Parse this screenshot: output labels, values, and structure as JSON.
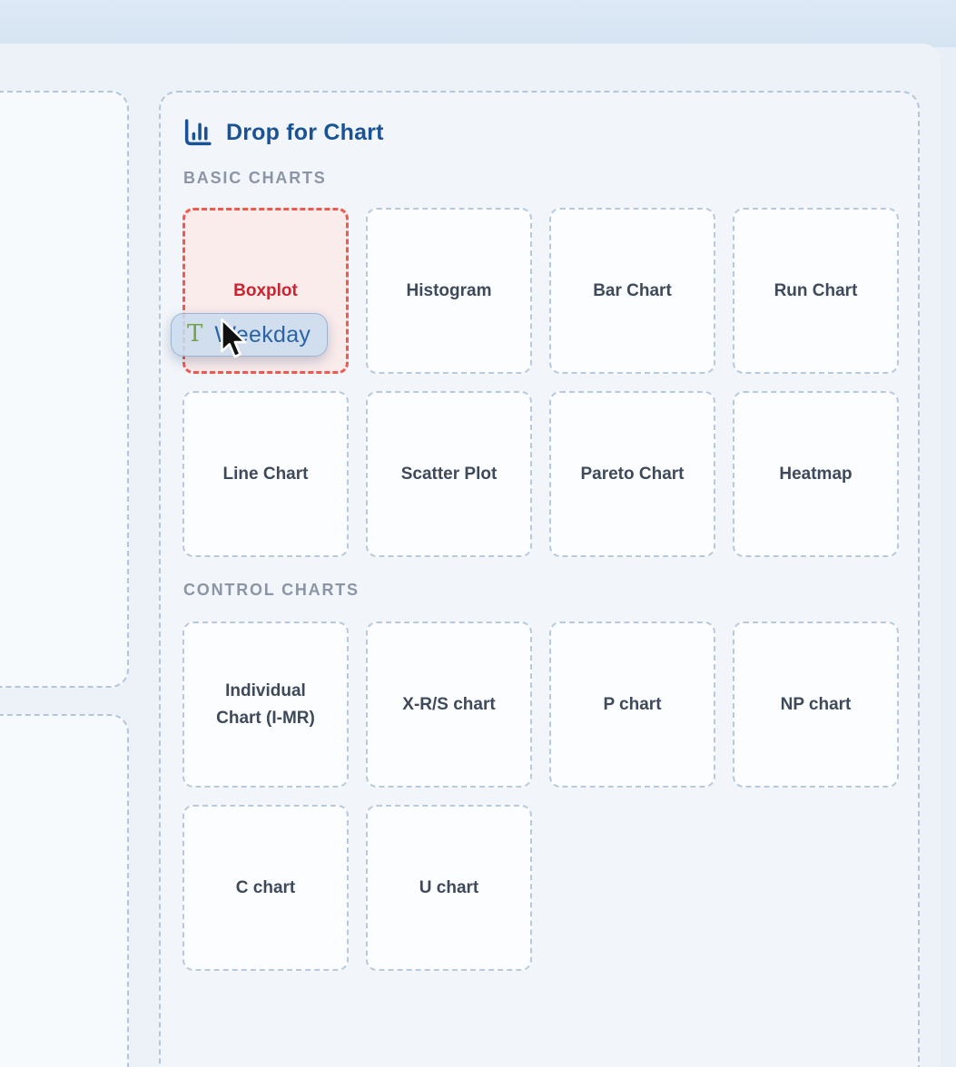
{
  "drop_panel": {
    "title": "Drop for Chart",
    "sections": [
      {
        "label": "BASIC CHARTS",
        "tiles": [
          {
            "label": "Boxplot",
            "state": "active-drop-target"
          },
          {
            "label": "Histogram"
          },
          {
            "label": "Bar Chart"
          },
          {
            "label": "Run Chart"
          },
          {
            "label": "Line Chart"
          },
          {
            "label": "Scatter Plot"
          },
          {
            "label": "Pareto Chart"
          },
          {
            "label": "Heatmap"
          }
        ]
      },
      {
        "label": "CONTROL CHARTS",
        "tiles": [
          {
            "label": "Individual Chart (I-MR)"
          },
          {
            "label": "X-R/S chart"
          },
          {
            "label": "P chart"
          },
          {
            "label": "NP chart"
          },
          {
            "label": "C chart"
          },
          {
            "label": "U chart"
          }
        ]
      }
    ]
  },
  "drag_chip": {
    "type_icon_glyph": "T",
    "label": "Weekday"
  },
  "colors": {
    "header_blue": "#1a5296",
    "section_gray": "#8b95a5",
    "tile_text": "#3e4a5c",
    "tile_border": "#b9c9dd",
    "drop_target_red_border": "#ee5a50",
    "drop_target_red_text": "#cb2430",
    "drop_target_pink_bg": "#fbecec",
    "chip_bg": "#cbdcee",
    "chip_label_blue": "#2a64a4",
    "chip_type_green": "#73a14b",
    "top_band_blue": "#d8e5f3"
  }
}
